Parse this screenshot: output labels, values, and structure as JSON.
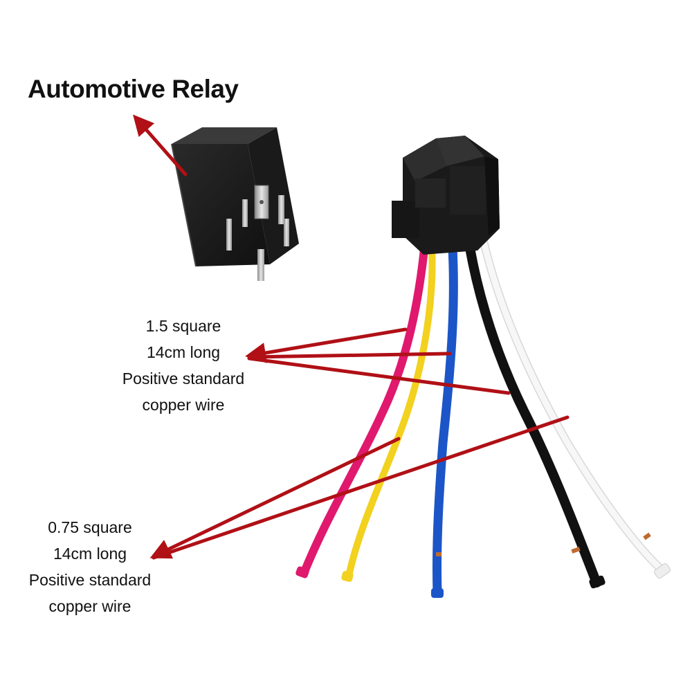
{
  "title": "Automotive Relay",
  "label_a": {
    "lines": [
      "1.5 square",
      "14cm long",
      "Positive standard",
      "copper wire"
    ]
  },
  "label_b": {
    "lines": [
      "0.75 square",
      "14cm long",
      "Positive standard",
      "copper wire"
    ]
  },
  "colors": {
    "arrow": "#b01016",
    "relay": "#1c1c1c",
    "wire_pink": "#e0186e",
    "wire_yellow": "#f2d11f",
    "wire_blue": "#1c55c8",
    "wire_black": "#141414",
    "wire_white": "#f4f4f4"
  },
  "icons": [
    "relay-icon",
    "socket-connector-icon"
  ]
}
